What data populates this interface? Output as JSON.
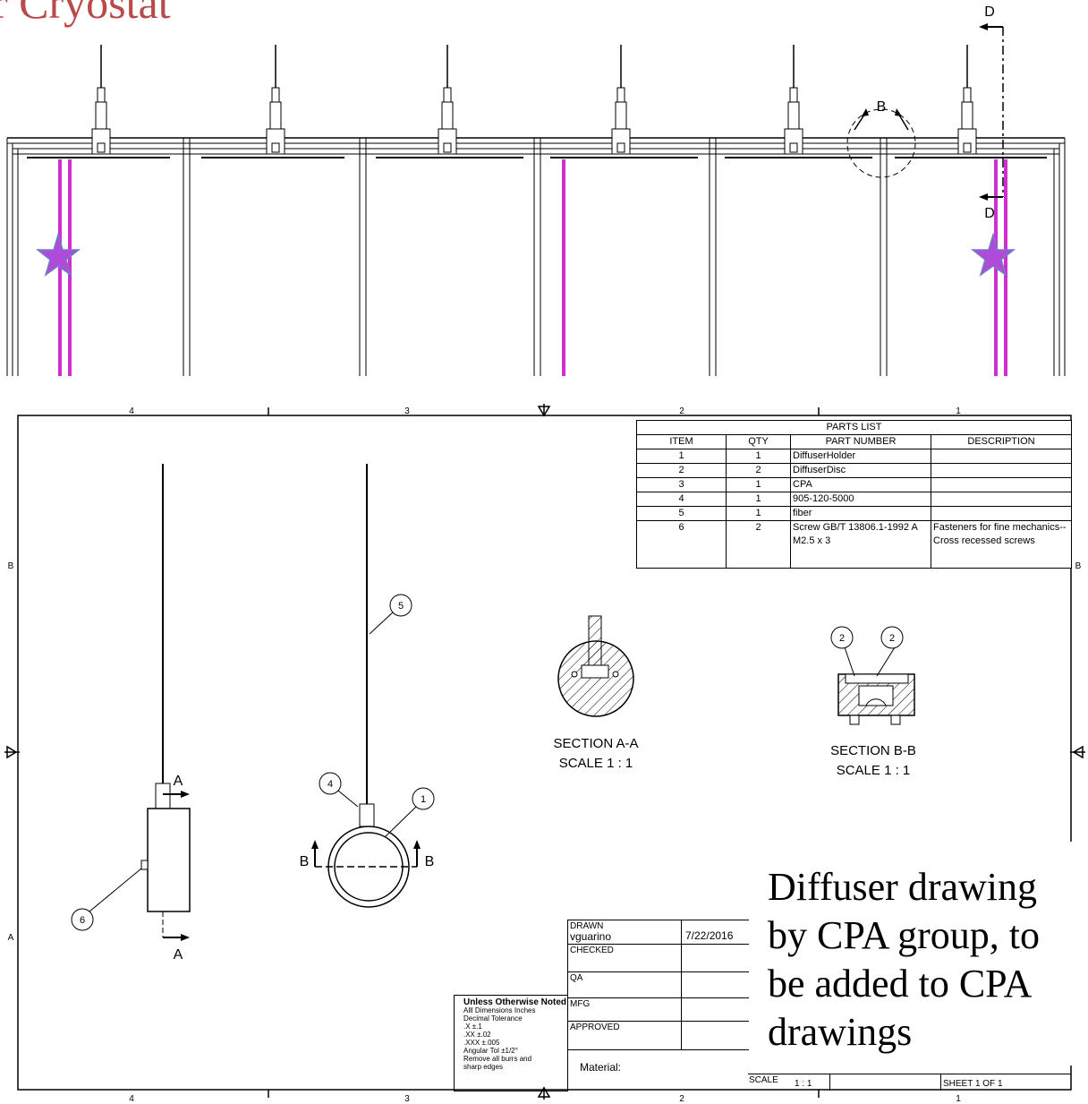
{
  "header": {
    "title_fragment": "r Cryostat"
  },
  "cryostat_view": {
    "section_label_top": "D",
    "section_label_bottom": "D",
    "detail_label": "B"
  },
  "drawing": {
    "zone_numbers": [
      "4",
      "3",
      "2",
      "1"
    ],
    "zone_letters": [
      "B",
      "A"
    ],
    "section_a_marker": "A",
    "section_b_marker": "B",
    "section_aa": {
      "title": "SECTION A-A",
      "scale": "SCALE 1 : 1"
    },
    "section_bb": {
      "title": "SECTION B-B",
      "scale": "SCALE 1 : 1"
    },
    "balloons": {
      "fiber": "5",
      "cpa": "4",
      "holder": "1",
      "screw": "6",
      "disc_left": "2",
      "disc_right": "2"
    }
  },
  "parts_list": {
    "title": "PARTS LIST",
    "columns": [
      "ITEM",
      "QTY",
      "PART NUMBER",
      "DESCRIPTION"
    ],
    "rows": [
      {
        "item": "1",
        "qty": "1",
        "part": "DiffuserHolder",
        "desc": ""
      },
      {
        "item": "2",
        "qty": "2",
        "part": "DiffuserDisc",
        "desc": ""
      },
      {
        "item": "3",
        "qty": "1",
        "part": "CPA",
        "desc": ""
      },
      {
        "item": "4",
        "qty": "1",
        "part": "905-120-5000",
        "desc": ""
      },
      {
        "item": "5",
        "qty": "1",
        "part": "fiber",
        "desc": ""
      },
      {
        "item": "6",
        "qty": "2",
        "part": "Screw GB/T 13806.1-1992 A M2.5 x 3",
        "desc": "Fasteners for fine mechanics--Cross recessed screws"
      }
    ]
  },
  "title_block": {
    "drawn_label": "DRAWN",
    "drawn_by": "vguarino",
    "drawn_date": "7/22/2016",
    "checked_label": "CHECKED",
    "qa_label": "QA",
    "mfg_label": "MFG",
    "approved_label": "APPROVED",
    "material_label": "Material:",
    "scale_label": "SCALE",
    "scale_value": "1 : 1",
    "sheet": "SHEET 1  OF 1"
  },
  "tolerance": {
    "heading": "Unless Otherwise Noted",
    "lines": [
      "Alll Dimensions Inches",
      "Decimal Tolerance",
      ".X       ±.1",
      ".XX     ±.02",
      ".XXX   ±.005",
      "Angular Tol   ±1/2°",
      "Remove all burrs and",
      "sharp edges"
    ]
  },
  "caption": {
    "lines": [
      "Diffuser drawing",
      "by CPA group, to",
      "be added to CPA",
      "drawings"
    ]
  },
  "colors": {
    "title": "#b84a4a",
    "fiber_highlight": "#d02fd0",
    "star": "#b04ad8"
  }
}
